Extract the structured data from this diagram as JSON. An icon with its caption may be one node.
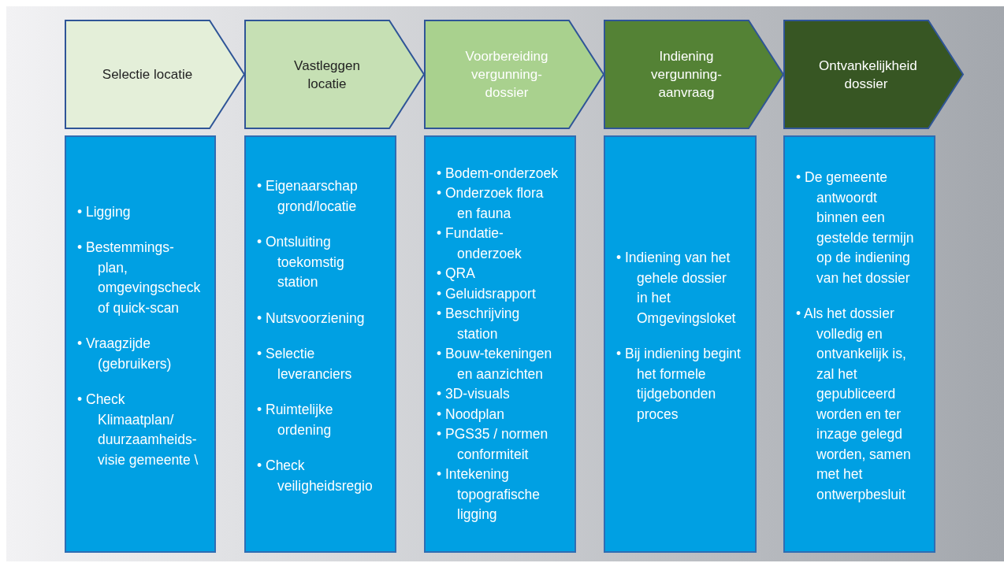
{
  "diagram": {
    "nodes": [
      {
        "text": [
          "Selectie locatie"
        ]
      },
      {
        "text": [
          "Vastleggen locatie"
        ]
      },
      {
        "text": [
          "Voorbereiding vergunning-dossier"
        ]
      },
      {
        "text": [
          "Indiening vergunning-aanvraag"
        ]
      },
      {
        "text": [
          "Ontvankelijkheid dossier"
        ]
      },
      {
        "text": [
          "• Ligging",
          "• Bestemmings-plan, omgevingscheck of quick-scan",
          "• Vraagzijde (gebruikers)",
          "• Check Klimaatplan/ duurzaamheids-visie gemeente \\"
        ]
      },
      {
        "text": [
          "• Eigenaarschap grond/locatie",
          "• Ontsluiting toekomstig station",
          "• Nutsvoorziening",
          "• Selectie leveranciers",
          "• Ruimtelijke ordening",
          "• Check veiligheidsregio"
        ]
      },
      {
        "text": [
          "• Bodem-onderzoek",
          "• Onderzoek flora en fauna",
          "• Fundatie-onderzoek",
          "• QRA",
          "• Geluidsrapport",
          "• Beschrijving station",
          "• Bouw-tekeningen en aanzichten",
          "• 3D-visuals",
          "• Noodplan",
          "• PGS35 / normen conformiteit",
          "• Intekening topografische ligging"
        ]
      },
      {
        "text": [
          "• Indiening van het gehele dossier in het Omgevingsloket",
          "• Bij indiening begint het formele tijdgebonden proces"
        ]
      },
      {
        "text": [
          "• De gemeente antwoordt binnen een gestelde termijn op de indiening van het dossier",
          "• Als het dossier volledig en ontvankelijk is, zal het gepubliceerd worden en ter inzage gelegd worden, samen met het ontwerpbesluit"
        ]
      }
    ]
  }
}
